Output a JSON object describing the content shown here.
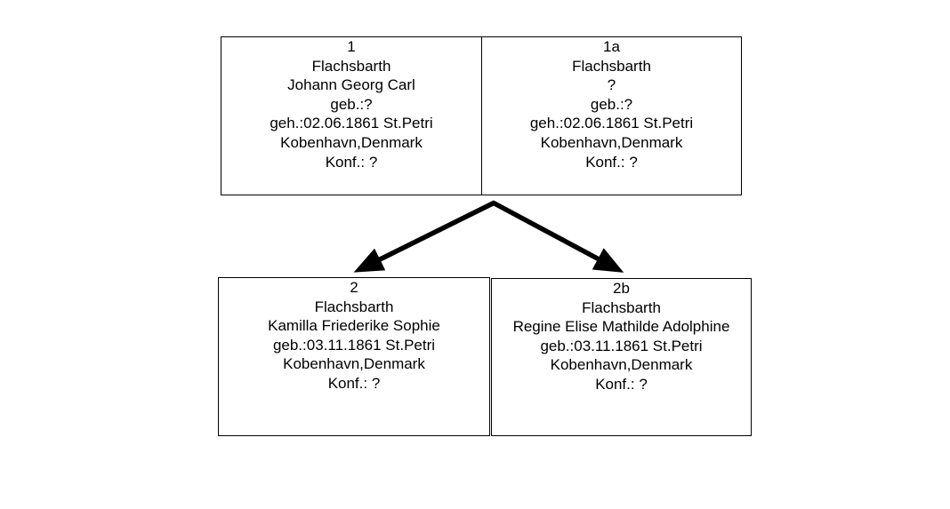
{
  "parents": [
    {
      "id": "1",
      "surname": "Flachsbarth",
      "given_names": "Johann Georg Carl",
      "birth": "geb.:?",
      "marriage": "geh.:02.06.1861 St.Petri",
      "place": "Kobenhavn,Denmark",
      "confirmation": "Konf.: ?"
    },
    {
      "id": "1a",
      "surname": "Flachsbarth",
      "given_names": "?",
      "birth": "geb.:?",
      "marriage": "geh.:02.06.1861 St.Petri",
      "place": "Kobenhavn,Denmark",
      "confirmation": "Konf.: ?"
    }
  ],
  "children": [
    {
      "id": "2",
      "surname": "Flachsbarth",
      "given_names": "Kamilla Friederike Sophie",
      "birth": "geb.:03.11.1861 St.Petri",
      "place": "Kobenhavn,Denmark",
      "confirmation": "Konf.: ?"
    },
    {
      "id": "2b",
      "surname": "Flachsbarth",
      "given_names": "Regine Elise Mathilde Adolphine",
      "birth": "geb.:03.11.1861 St.Petri",
      "place": "Kobenhavn,Denmark",
      "confirmation": "Konf.: ?"
    }
  ]
}
